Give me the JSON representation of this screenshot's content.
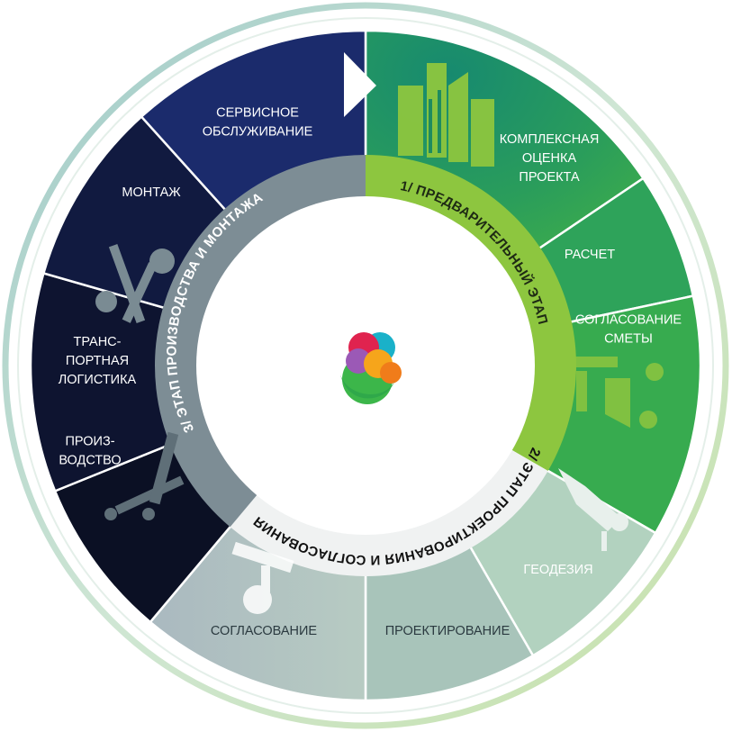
{
  "center_logo": {
    "name": "logo-icon"
  },
  "stages": [
    {
      "id": "stage1",
      "label": "1/ ПРЕДВАРИТЕЛЬНЫЙ ЭТАП",
      "color": "#8dc63f",
      "text_color": "#1e2a14"
    },
    {
      "id": "stage2",
      "label": "2/ ЭТАП ПРОЕКТИРОВАНИЯ И СОГЛАСОВАНИЯ",
      "color": "#f2f4f4",
      "text_color": "#111111"
    },
    {
      "id": "stage3",
      "label": "3/ ЭТАП ПРОИЗВОДСТВА И МОНТАЖА",
      "color": "#7a8b93",
      "text_color": "#ffffff"
    }
  ],
  "segments": [
    {
      "id": "complex",
      "lines": [
        "КОМПЛЕКСНАЯ",
        "ОЦЕНКА",
        "ПРОЕКТА"
      ],
      "color": "#1f8b5f"
    },
    {
      "id": "calc",
      "lines": [
        "РАСЧЕТ"
      ],
      "color": "#2aa05a"
    },
    {
      "id": "estimate",
      "lines": [
        "СОГЛАСОВАНИЕ",
        "СМЕТЫ"
      ],
      "color": "#35a84f"
    },
    {
      "id": "geodesy",
      "lines": [
        "ГЕОДЕЗИЯ"
      ],
      "color": "#a9cbb7"
    },
    {
      "id": "design",
      "lines": [
        "ПРОЕКТИРОВАНИЕ"
      ],
      "color": "#a6c0b8"
    },
    {
      "id": "approval",
      "lines": [
        "СОГЛАСОВАНИЕ"
      ],
      "color": "#9fb1b8"
    },
    {
      "id": "production",
      "lines": [
        "ПРОИЗ-",
        "ВОДСТВО"
      ],
      "color": "#0c1226"
    },
    {
      "id": "logistics",
      "lines": [
        "ТРАНС-",
        "ПОРТНАЯ",
        "ЛОГИСТИКА"
      ],
      "color": "#0f1631"
    },
    {
      "id": "mounting",
      "lines": [
        "МОНТАЖ"
      ],
      "color": "#121a3e"
    },
    {
      "id": "service",
      "lines": [
        "СЕРВИСНОЕ",
        "ОБСЛУЖИВАНИЕ"
      ],
      "color": "#1a2a68"
    }
  ],
  "icons": [
    "buildings-icon",
    "factory-icon",
    "theodolite-icon",
    "microscope-icon",
    "tools-icon",
    "crane-icon",
    "arrow-icon"
  ]
}
